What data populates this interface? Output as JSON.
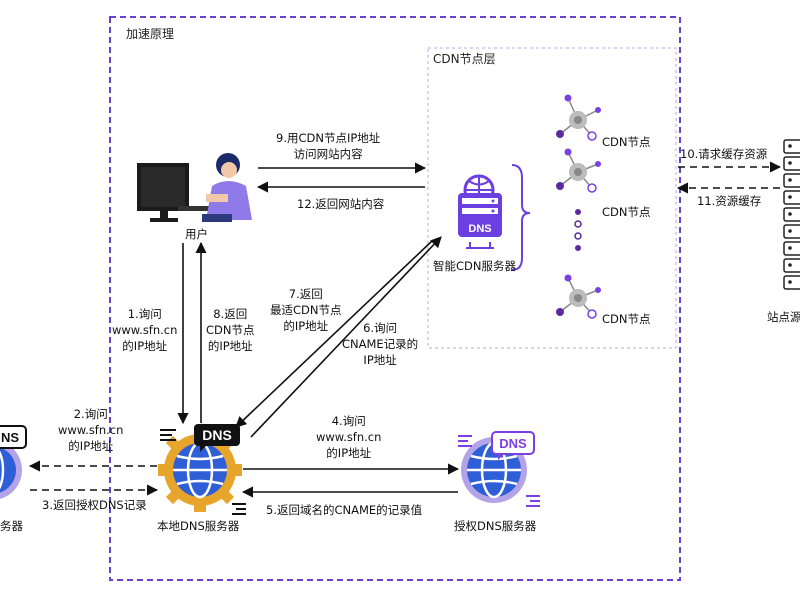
{
  "region": {
    "outer_title": "加速原理",
    "cdn_layer_title": "CDN节点层"
  },
  "nodes": {
    "user": "用户",
    "smart_cdn": "智能CDN服务器",
    "smart_cdn_badge": "DNS",
    "cdn_node_1": "CDN节点",
    "cdn_node_2": "CDN节点",
    "cdn_node_3": "CDN节点",
    "local_dns": "本地DNS服务器",
    "local_dns_badge": "DNS",
    "auth_dns": "授权DNS服务器",
    "auth_dns_badge": "DNS",
    "left_dns_partial": "务器",
    "left_dns_badge": "NS",
    "origin_partial": "站点源"
  },
  "steps": {
    "s1": [
      "1.询问",
      "www.sfn.cn",
      "的IP地址"
    ],
    "s2": [
      "2.询问",
      "www.sfn.cn",
      "的IP地址"
    ],
    "s3": "3.返回授权DNS记录",
    "s4": [
      "4.询问",
      "www.sfn.cn",
      "的IP地址"
    ],
    "s5": "5.返回域名的CNAME的记录值",
    "s6": [
      "6.询问",
      "CNAME记录的",
      "IP地址"
    ],
    "s7": [
      "7.返回",
      "最适CDN节点",
      "的IP地址"
    ],
    "s8": [
      "8.返回",
      "CDN节点",
      "的IP地址"
    ],
    "s9": [
      "9.用CDN节点IP地址",
      "访问网站内容"
    ],
    "s10": "10.请求缓存资源",
    "s11": "11.资源缓存",
    "s12": "12.返回网站内容"
  },
  "colors": {
    "purple": "#7b3fe4",
    "dark_purple": "#5b2a9e",
    "blue": "#2f5fd6",
    "gold": "#e8a52b",
    "line": "#111111",
    "frame": "#6a3fd0",
    "cdn_frame": "#b7a8e6"
  },
  "icons": [
    "computer-user-icon",
    "dns-server-icon",
    "globe-gear-icon",
    "network-node-icon",
    "server-rack-icon"
  ]
}
